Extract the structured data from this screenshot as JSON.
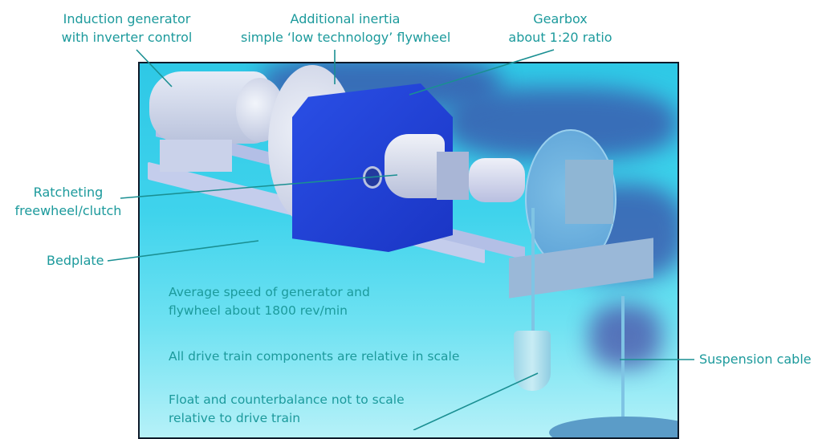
{
  "labels": {
    "induction_generator": [
      "Induction generator",
      "with inverter control"
    ],
    "flywheel": [
      "Additional inertia",
      "simple ‘low technology’ flywheel"
    ],
    "gearbox": [
      "Gearbox",
      "about 1:20 ratio"
    ],
    "ratchet": [
      "Ratcheting",
      "freewheel/clutch"
    ],
    "bedplate": "Bedplate",
    "suspension_cable": "Suspension cable"
  },
  "notes": [
    [
      "Average speed of generator and",
      "flywheel about 1800 rev/min"
    ],
    [
      "All drive train components are relative in scale"
    ],
    [
      "Float and counterbalance not to scale",
      "relative to drive train"
    ]
  ],
  "colors": {
    "label_text": "#1c9a9c",
    "leader_line": "#1a8f92",
    "frame_border": "#0d1a2a",
    "background_cyan": "#2ec8e6",
    "gearbox_blue": "#1a3fd8",
    "component_grey": "#c9d3ea"
  }
}
